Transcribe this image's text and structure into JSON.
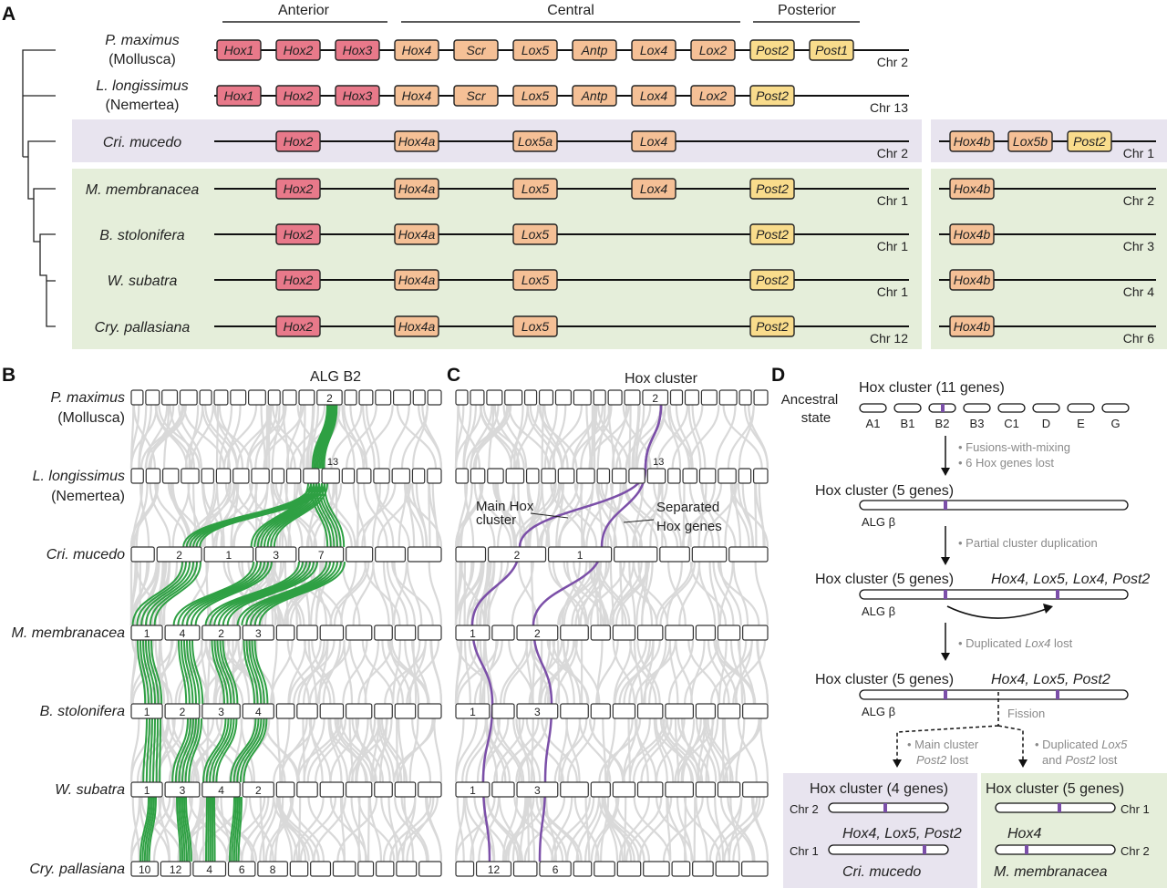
{
  "panel_A": {
    "letter": "A",
    "region_headers": [
      "Anterior",
      "Central",
      "Posterior"
    ],
    "colors": {
      "anterior": "#e8798a",
      "central": "#f5c096",
      "posterior": "#f9dc8c",
      "cri_bg": "#e8e4ef",
      "green_bg": "#e5eeda"
    },
    "rows": [
      {
        "species": "P. maximus",
        "clade": "(Mollusca)",
        "chr": "Chr 2",
        "genes": [
          {
            "name": "Hox1",
            "type": "anterior",
            "slot": 0
          },
          {
            "name": "Hox2",
            "type": "anterior",
            "slot": 1
          },
          {
            "name": "Hox3",
            "type": "anterior",
            "slot": 2
          },
          {
            "name": "Hox4",
            "type": "central",
            "slot": 3
          },
          {
            "name": "Scr",
            "type": "central",
            "slot": 4
          },
          {
            "name": "Lox5",
            "type": "central",
            "slot": 5
          },
          {
            "name": "Antp",
            "type": "central",
            "slot": 6
          },
          {
            "name": "Lox4",
            "type": "central",
            "slot": 7
          },
          {
            "name": "Lox2",
            "type": "central",
            "slot": 8
          },
          {
            "name": "Post2",
            "type": "posterior",
            "slot": 9
          },
          {
            "name": "Post1",
            "type": "posterior",
            "slot": 10
          }
        ],
        "second": null
      },
      {
        "species": "L. longissimus",
        "clade": "(Nemertea)",
        "chr": "Chr 13",
        "genes": [
          {
            "name": "Hox1",
            "type": "anterior",
            "slot": 0
          },
          {
            "name": "Hox2",
            "type": "anterior",
            "slot": 1
          },
          {
            "name": "Hox3",
            "type": "anterior",
            "slot": 2
          },
          {
            "name": "Hox4",
            "type": "central",
            "slot": 3
          },
          {
            "name": "Scr",
            "type": "central",
            "slot": 4
          },
          {
            "name": "Lox5",
            "type": "central",
            "slot": 5
          },
          {
            "name": "Antp",
            "type": "central",
            "slot": 6
          },
          {
            "name": "Lox4",
            "type": "central",
            "slot": 7
          },
          {
            "name": "Lox2",
            "type": "central",
            "slot": 8
          },
          {
            "name": "Post2",
            "type": "posterior",
            "slot": 9
          }
        ],
        "second": null
      },
      {
        "species": "Cri. mucedo",
        "clade": "",
        "chr": "Chr 2",
        "group": "cri",
        "genes": [
          {
            "name": "Hox2",
            "type": "anterior",
            "slot": 1
          },
          {
            "name": "Hox4a",
            "type": "central",
            "slot": 3
          },
          {
            "name": "Lox5a",
            "type": "central",
            "slot": 5
          },
          {
            "name": "Lox4",
            "type": "central",
            "slot": 7
          }
        ],
        "second": {
          "chr": "Chr 1",
          "genes": [
            {
              "name": "Hox4b",
              "type": "central"
            },
            {
              "name": "Lox5b",
              "type": "central"
            },
            {
              "name": "Post2",
              "type": "posterior"
            }
          ]
        }
      },
      {
        "species": "M. membranacea",
        "clade": "",
        "chr": "Chr 1",
        "group": "green",
        "genes": [
          {
            "name": "Hox2",
            "type": "anterior",
            "slot": 1
          },
          {
            "name": "Hox4a",
            "type": "central",
            "slot": 3
          },
          {
            "name": "Lox5",
            "type": "central",
            "slot": 5
          },
          {
            "name": "Lox4",
            "type": "central",
            "slot": 7
          },
          {
            "name": "Post2",
            "type": "posterior",
            "slot": 9
          }
        ],
        "second": {
          "chr": "Chr 2",
          "genes": [
            {
              "name": "Hox4b",
              "type": "central"
            }
          ]
        }
      },
      {
        "species": "B. stolonifera",
        "clade": "",
        "chr": "Chr 1",
        "group": "green",
        "genes": [
          {
            "name": "Hox2",
            "type": "anterior",
            "slot": 1
          },
          {
            "name": "Hox4a",
            "type": "central",
            "slot": 3
          },
          {
            "name": "Lox5",
            "type": "central",
            "slot": 5
          },
          {
            "name": "Post2",
            "type": "posterior",
            "slot": 9
          }
        ],
        "second": {
          "chr": "Chr 3",
          "genes": [
            {
              "name": "Hox4b",
              "type": "central"
            }
          ]
        }
      },
      {
        "species": "W. subatra",
        "clade": "",
        "chr": "Chr 1",
        "group": "green",
        "genes": [
          {
            "name": "Hox2",
            "type": "anterior",
            "slot": 1
          },
          {
            "name": "Hox4a",
            "type": "central",
            "slot": 3
          },
          {
            "name": "Lox5",
            "type": "central",
            "slot": 5
          },
          {
            "name": "Post2",
            "type": "posterior",
            "slot": 9
          }
        ],
        "second": {
          "chr": "Chr 4",
          "genes": [
            {
              "name": "Hox4b",
              "type": "central"
            }
          ]
        }
      },
      {
        "species": "Cry. pallasiana",
        "clade": "",
        "chr": "Chr 12",
        "group": "green",
        "genes": [
          {
            "name": "Hox2",
            "type": "anterior",
            "slot": 1
          },
          {
            "name": "Hox4a",
            "type": "central",
            "slot": 3
          },
          {
            "name": "Lox5",
            "type": "central",
            "slot": 5
          },
          {
            "name": "Post2",
            "type": "posterior",
            "slot": 9
          }
        ],
        "second": {
          "chr": "Chr 6",
          "genes": [
            {
              "name": "Hox4b",
              "type": "central"
            }
          ]
        }
      }
    ]
  },
  "panel_B": {
    "letter": "B",
    "title": "ALG B2",
    "link_color": "#2ea043",
    "species": [
      {
        "name": "P. maximus",
        "clade": "(Mollusca)",
        "blocks": [
          "",
          "",
          "",
          "",
          "",
          "",
          "",
          "",
          "",
          "",
          "",
          "2",
          "",
          "",
          "",
          "",
          "",
          ""
        ],
        "extra_label": ""
      },
      {
        "name": "L. longissimus",
        "clade": "(Nemertea)",
        "blocks": [
          "",
          "",
          "",
          "",
          "",
          "",
          "",
          "",
          "",
          "",
          "",
          "",
          "",
          "",
          "",
          "",
          "",
          ""
        ],
        "extra_label": "13"
      },
      {
        "name": "Cri. mucedo",
        "clade": "",
        "blocks": [
          "",
          "2",
          "1",
          "3",
          "7",
          "",
          "",
          ""
        ],
        "extra_label": ""
      },
      {
        "name": "M. membranacea",
        "clade": "",
        "blocks": [
          "1",
          "4",
          "2",
          "3",
          "",
          "",
          "",
          "",
          "",
          "",
          ""
        ],
        "extra_label": ""
      },
      {
        "name": "B. stolonifera",
        "clade": "",
        "blocks": [
          "1",
          "2",
          "3",
          "4",
          "",
          "",
          "",
          "",
          "",
          "",
          ""
        ],
        "extra_label": ""
      },
      {
        "name": "W. subatra",
        "clade": "",
        "blocks": [
          "1",
          "3",
          "4",
          "2",
          "",
          "",
          "",
          "",
          "",
          "",
          ""
        ],
        "extra_label": ""
      },
      {
        "name": "Cry. pallasiana",
        "clade": "",
        "blocks": [
          "10",
          "12",
          "4",
          "6",
          "8",
          "",
          "",
          "",
          "",
          "",
          "",
          ""
        ],
        "extra_label": ""
      }
    ]
  },
  "panel_C": {
    "letter": "C",
    "title": "Hox cluster",
    "link_color": "#7b4fa8",
    "annotation_main": [
      "Main Hox",
      "cluster"
    ],
    "annotation_sep": [
      "Separated",
      "Hox genes"
    ],
    "rows": [
      {
        "blocks": [
          "",
          "",
          "",
          "",
          "",
          "",
          "",
          "",
          "",
          "",
          "",
          "2",
          "",
          "",
          "",
          "",
          "",
          ""
        ]
      },
      {
        "blocks": [
          "",
          "",
          "",
          "",
          "",
          "",
          "",
          "",
          "",
          "",
          "",
          "",
          "",
          "",
          "",
          "",
          "",
          ""
        ],
        "extra_label": "13"
      },
      {
        "blocks": [
          "",
          "2",
          "1",
          "",
          "",
          "",
          ""
        ]
      },
      {
        "blocks": [
          "1",
          "",
          "2",
          "",
          "",
          "",
          "",
          "",
          "",
          "",
          ""
        ]
      },
      {
        "blocks": [
          "1",
          "",
          "3",
          "",
          "",
          "",
          "",
          "",
          "",
          "",
          ""
        ]
      },
      {
        "blocks": [
          "1",
          "",
          "3",
          "",
          "",
          "",
          "",
          "",
          "",
          "",
          ""
        ]
      },
      {
        "blocks": [
          "",
          "12",
          "",
          "6",
          "",
          "",
          "",
          "",
          "",
          "",
          "",
          ""
        ]
      }
    ]
  },
  "panel_D": {
    "letter": "D",
    "ancestral_label": [
      "Ancestral",
      "state"
    ],
    "ancestral_title": "Hox cluster (11 genes)",
    "algs": [
      "A1",
      "B1",
      "B2",
      "B3",
      "C1",
      "D",
      "E",
      "G"
    ],
    "highlight_alg": "B2",
    "step1_notes": [
      "• Fusions-with-mixing",
      "• 6 Hox genes lost"
    ],
    "stage2_title": "Hox cluster (5 genes)",
    "alg_beta": "ALG β",
    "step2_note": "• Partial cluster duplication",
    "stage3_title": "Hox cluster (5 genes)",
    "stage3_dup": "Hox4, Lox5, Lox4, Post2",
    "step3_note_pre": "• Duplicated ",
    "step3_note_it": "Lox4",
    "step3_note_post": " lost",
    "stage4_title": "Hox cluster (5 genes)",
    "stage4_dup": "Hox4, Lox5, Post2",
    "fission": "Fission",
    "left_note": [
      "• Main cluster",
      "Post2",
      " lost"
    ],
    "right_note": [
      "• Duplicated ",
      "Lox5",
      "and ",
      "Post2",
      " lost"
    ],
    "cri_box": {
      "title": "Hox cluster (4 genes)",
      "chr_a": "Chr 2",
      "dup": "Hox4, Lox5, Post2",
      "chr_b": "Chr 1",
      "species": "Cri. mucedo"
    },
    "mem_box": {
      "title": "Hox cluster (5 genes)",
      "chr_a": "Chr 1",
      "dup": "Hox4",
      "chr_b": "Chr 2",
      "species": "M. membranacea"
    },
    "marker_color": "#7b4fa8"
  }
}
